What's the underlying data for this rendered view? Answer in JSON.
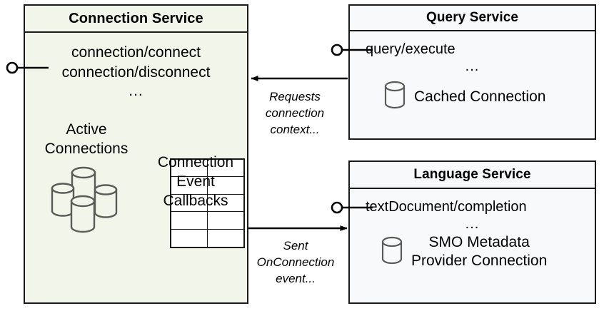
{
  "diagram": {
    "title": "Connection Service architecture",
    "colors": {
      "connection_service_fill": "#f2f5ea",
      "query_service_fill": "#f8f9fb",
      "language_service_fill": "#f8f9fb",
      "stroke": "#1a1a1a",
      "cylinder_stroke": "#595b57"
    }
  },
  "connection_service": {
    "title": "Connection Service",
    "operations": [
      "connection/connect",
      "connection/disconnect"
    ],
    "ellipsis": "...",
    "active_connections": {
      "label_line1": "Active",
      "label_line2": "Connections",
      "icon": "database-cluster-icon",
      "cylinder_count": 4
    },
    "connection_event_callbacks": {
      "label_line1": "Connection",
      "label_line2": "Event",
      "label_line3": "Callbacks",
      "icon": "table-grid-icon",
      "rows": 5,
      "columns": 2
    },
    "provided_interface": "lollipop-icon"
  },
  "query_service": {
    "title": "Query Service",
    "operations": [
      "query/execute"
    ],
    "ellipsis": "...",
    "store": {
      "label": "Cached Connection",
      "icon": "database-cylinder-icon"
    },
    "provided_interface": "lollipop-icon"
  },
  "language_service": {
    "title": "Language Service",
    "operations": [
      "textDocument/completion"
    ],
    "ellipsis": "...",
    "store": {
      "label_line1": "SMO Metadata",
      "label_line2": "Provider Connection",
      "icon": "database-cylinder-icon"
    },
    "provided_interface": "lollipop-icon"
  },
  "edges": [
    {
      "id": "requests-connection-context",
      "from": "query_service",
      "to": "connection_service",
      "label_line1": "Requests",
      "label_line2": "connection",
      "label_line3": "context...",
      "direction": "right-to-left"
    },
    {
      "id": "sent-onconnection-event",
      "from": "connection_service",
      "to": "language_service",
      "label_line1": "Sent",
      "label_line2": "OnConnection",
      "label_line3": "event...",
      "direction": "left-to-right"
    }
  ]
}
